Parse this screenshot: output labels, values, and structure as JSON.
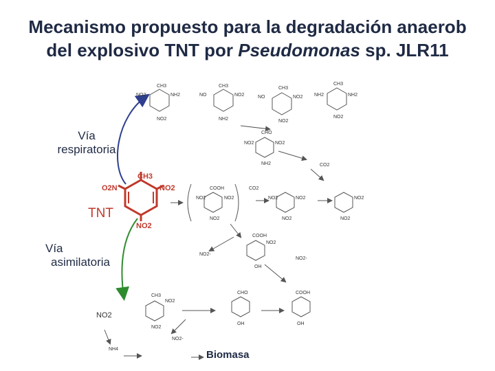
{
  "title": {
    "line1": "Mecanismo propuesto para la degradación anaerobia",
    "line1_prefix": "Mecanismo propuesto para la degradación anaerob",
    "line2_prefix": "del explosivo TNT por ",
    "line2_species": "Pseudomonas",
    "line2_suffix": " sp. JLR11"
  },
  "labels": {
    "via_respiratoria_1": "Vía",
    "via_respiratoria_2": "respiratoria",
    "via_asimilatoria_1": "Vía",
    "via_asimilatoria_2": "asimilatoria",
    "tnt": "TNT",
    "biomasa": "Biomasa"
  },
  "chem": {
    "ch3": "CH3",
    "no2": "NO2",
    "o2n": "O2N",
    "nh2": "NH2",
    "no": "NO",
    "cho": "CHO",
    "cooh": "COOH",
    "co2": "CO2",
    "oh": "OH",
    "nh4": "NH4",
    "no2_minus": "NO2-"
  },
  "colors": {
    "title": "#1f2a44",
    "tnt": "#c0392b",
    "respiratory_arrow": "#2e3f8f",
    "assimilatory_arrow": "#2e8b2e"
  }
}
